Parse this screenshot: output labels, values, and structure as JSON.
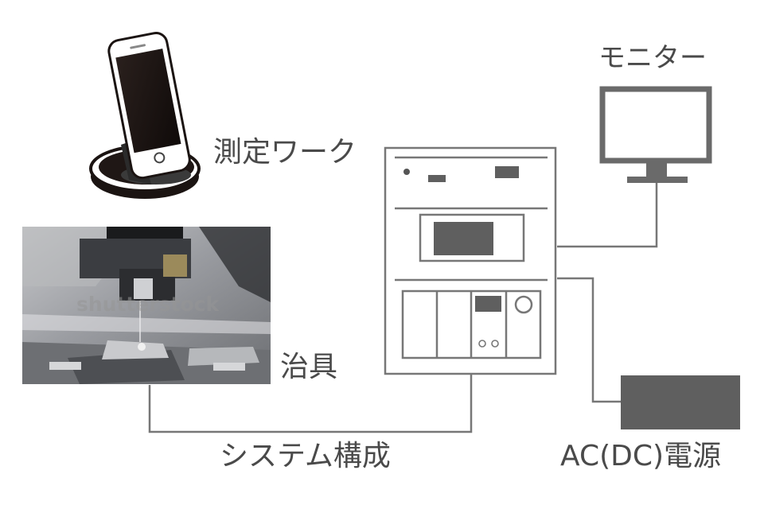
{
  "labels": {
    "monitor": "モニター",
    "work": "測定ワーク",
    "jig": "治具",
    "system": "システム構成",
    "power": "AC(DC)電源"
  },
  "watermark": "shutterstock",
  "colors": {
    "line": "#777777",
    "box_fill": "#5f5f5f",
    "text": "#4a4a4a",
    "phone_body": "#1e1614",
    "background": "#ffffff"
  }
}
